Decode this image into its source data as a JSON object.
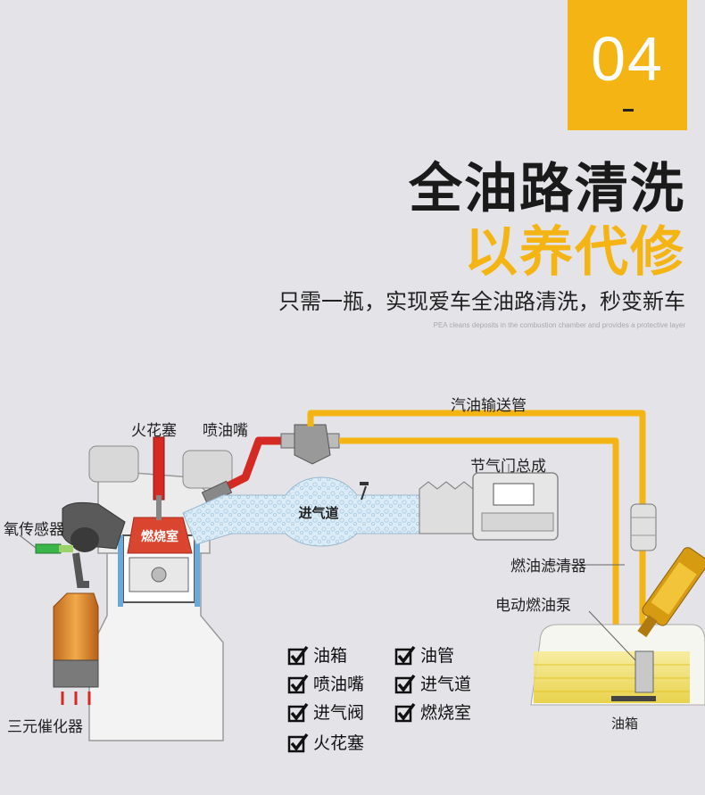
{
  "badge": {
    "number": "04"
  },
  "title": {
    "line1": "全油路清洗",
    "line2": "以养代修"
  },
  "subtitle": "只需一瓶，实现爱车全油路清洗，秒变新车",
  "english_caption": "PEA cleans deposits in the combustion chamber and provides a protective layer",
  "labels": {
    "fuel_pipe": "汽油输送管",
    "spark_plug": "火花塞",
    "injector": "喷油嘴",
    "throttle": "节气门总成",
    "oxygen_sensor": "氧传感器",
    "intake": "进气道",
    "combustion": "燃烧室",
    "fuel_filter": "燃油滤清器",
    "fuel_pump": "电动燃油泵",
    "catalytic": "三元催化器",
    "tank": "油箱"
  },
  "checklist": [
    "油箱",
    "油管",
    "喷油嘴",
    "进气道",
    "进气阀",
    "燃烧室",
    "火花塞"
  ],
  "colors": {
    "accent": "#f4b514",
    "title": "#1a1a1a",
    "background": "#e4e3e8",
    "pipe_red": "#d42a23"
  }
}
